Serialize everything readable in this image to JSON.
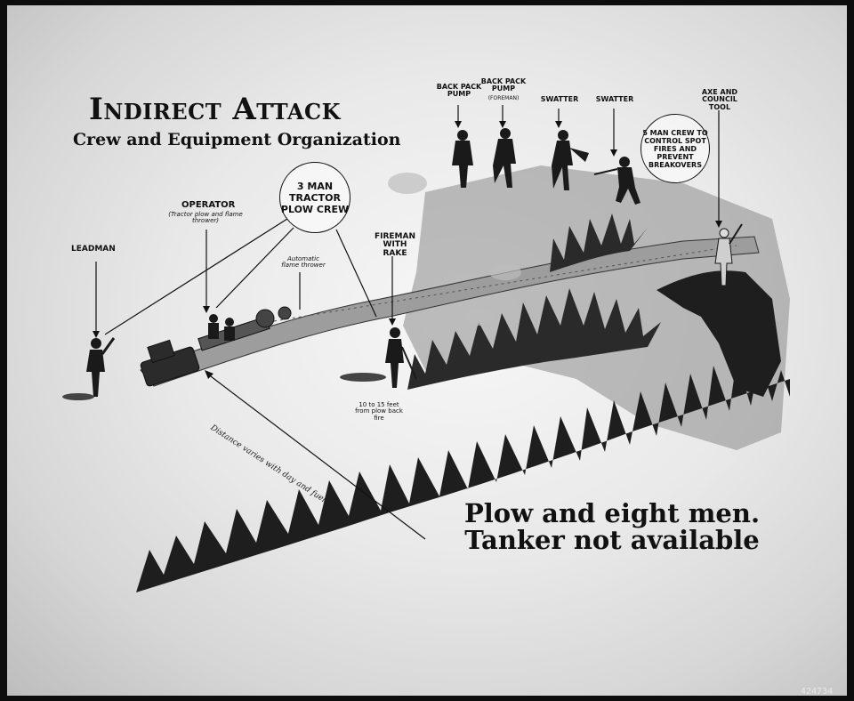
{
  "title": "Indirect Attack",
  "subtitle": "Crew and Equipment Organization",
  "labels": {
    "leadman": "LEADMAN",
    "operator": "OPERATOR",
    "operator_note": "(Tractor plow and flame thrower)",
    "flame_thrower": "Automatic flame thrower",
    "fireman": "FIREMAN WITH RAKE",
    "fireman_note": "10 to 15 feet from plow back fire",
    "back_pack_pump": "BACK PACK PUMP",
    "back_pack_pump_foreman": "BACK PACK PUMP",
    "foreman": "(FOREMAN)",
    "swatter_1": "SWATTER",
    "swatter_2": "SWATTER",
    "axe": "AXE AND COUNCIL TOOL"
  },
  "callouts": {
    "tractor_crew": "3 MAN TRACTOR PLOW CREW",
    "spot_crew": "5 MAN CREW TO CONTROL SPOT FIRES AND PREVENT BREAKOVERS"
  },
  "distance_note": "Distance varies with day and fuel",
  "bottom_note": {
    "line1": "Plow and eight men.",
    "line2": "Tanker not available"
  },
  "stamp": "424734",
  "colors": {
    "ink": "#111111",
    "paper": "#ececec",
    "flame": "#2a2a2a",
    "frame": "#0d0d0d"
  }
}
